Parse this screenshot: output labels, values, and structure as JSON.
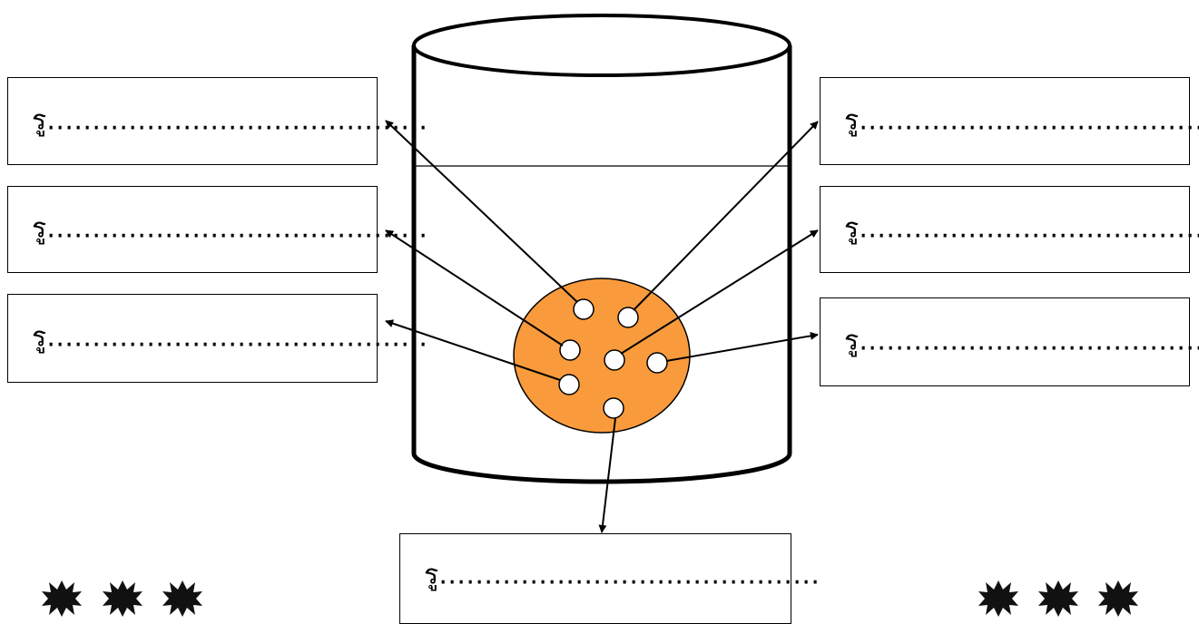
{
  "labels": {
    "left_top": "รู……………………………………",
    "left_middle": "รู……………………………………",
    "left_bottom": "รู……………………………………",
    "right_top": "รู……………………………………",
    "right_middle": "รู……………………………………",
    "right_bottom": "รู……………………………………",
    "bottom": "รู……………………………………"
  },
  "colors": {
    "sponge_fill": "#f99b3c",
    "line": "#000000",
    "background": "#ffffff"
  },
  "icons": {
    "left_decoration": "spiky-star-icon",
    "right_decoration": "spiky-star-icon"
  }
}
